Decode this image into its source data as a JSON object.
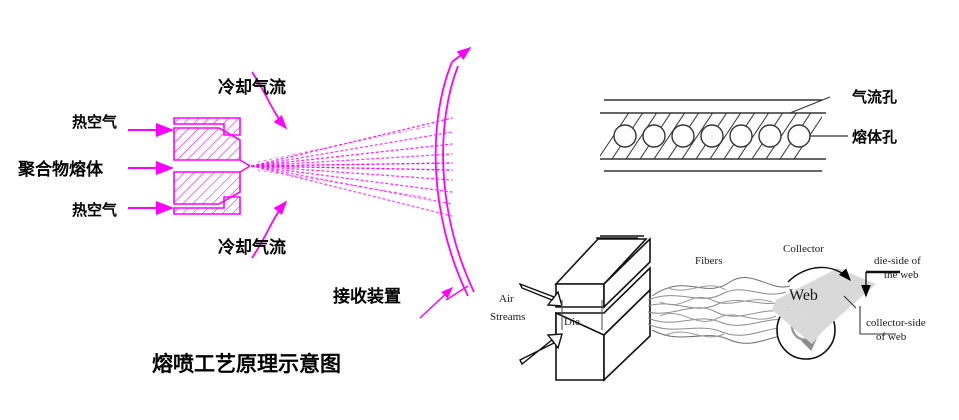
{
  "figure": {
    "title": "熔喷工艺原理示意图",
    "colors": {
      "magenta": "#FF00FF",
      "black": "#000000",
      "web_gray": "#D9D9D9",
      "fiber_gray": "#808080"
    }
  },
  "left_diagram": {
    "name": "melt-blown die cross-section",
    "labels": {
      "hot_air_top": "热空气",
      "polymer_melt": "聚合物熔体",
      "hot_air_bottom": "热空气",
      "cooling_air_top": "冷却气流",
      "cooling_air_bottom": "冷却气流",
      "collector": "接收装置"
    }
  },
  "die_face_diagram": {
    "name": "die face hole arrangement",
    "hole_count": 7,
    "labels": {
      "air_holes": "气流孔",
      "melt_holes": "熔体孔"
    }
  },
  "process_diagram": {
    "name": "3D melt-blown process overview",
    "labels": {
      "air_streams_line1": "Air",
      "air_streams_line2": "Streams",
      "die": "Die",
      "fibers": "Fibers",
      "collector": "Collector",
      "web": "Web",
      "die_side_line1": "die-side of",
      "die_side_line2": "the web",
      "collector_side_line1": "collector-side",
      "collector_side_line2": "of web"
    }
  }
}
